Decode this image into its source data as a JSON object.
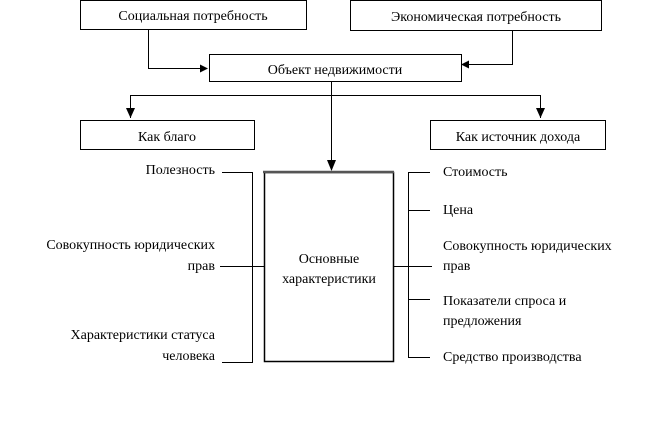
{
  "top": {
    "social_need": "Социальная потребность",
    "economic_need": "Экономическая потребность"
  },
  "center": {
    "object": "Объект недвижимости",
    "main_line1": "Основные",
    "main_line2": "характеристики"
  },
  "branches": {
    "as_good": "Как благо",
    "as_income": "Как источник дохода"
  },
  "left_items": [
    {
      "line1": "Полезность"
    },
    {
      "line1": "Совокупность юридических",
      "line2": "прав"
    },
    {
      "line1": "Характеристики статуса",
      "line2": "человека"
    }
  ],
  "right_items": [
    {
      "line1": "Стоимость"
    },
    {
      "line1": "Цена"
    },
    {
      "line1": "Совокупность юридических",
      "line2": "прав"
    },
    {
      "line1": "Показатели спроса и",
      "line2": "предложения"
    },
    {
      "line1": "Средство производства"
    }
  ]
}
